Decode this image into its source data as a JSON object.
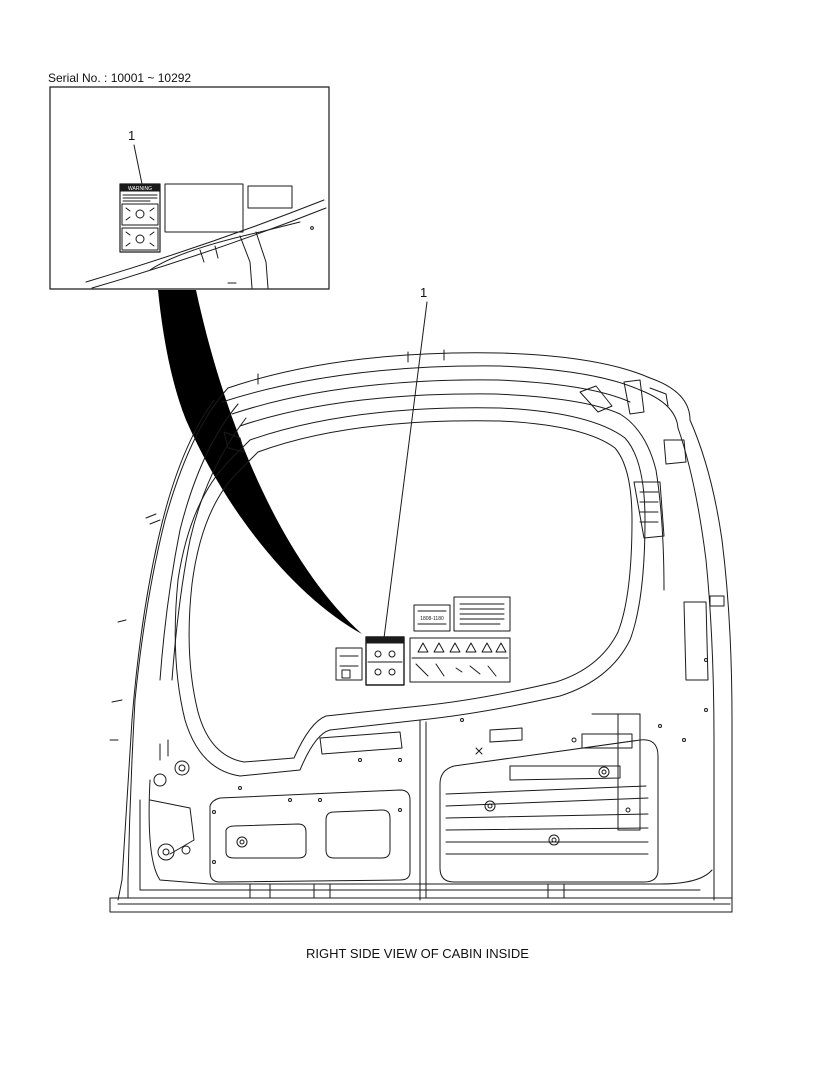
{
  "serial_note": "Serial No. : 10001 ~ 10292",
  "caption": "RIGHT SIDE VIEW OF CABIN INSIDE",
  "callouts": {
    "inset": "1",
    "main": "1"
  },
  "decals": {
    "warning_header": "WARNING",
    "part_number": "1808-1180"
  },
  "colors": {
    "line": "#1a1a1a",
    "background": "#ffffff"
  }
}
